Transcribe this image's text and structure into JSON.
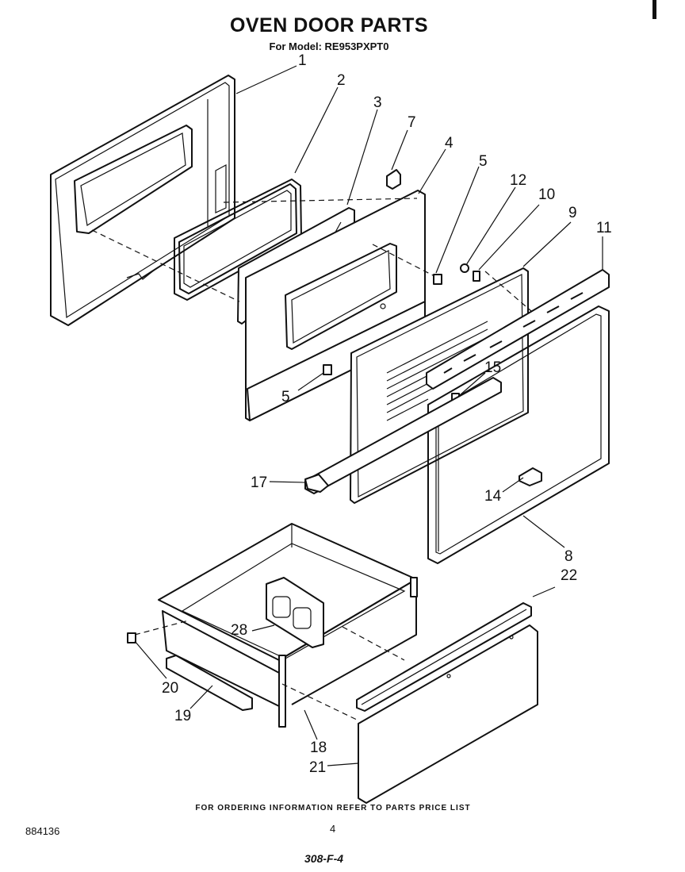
{
  "header": {
    "title": "OVEN DOOR PARTS",
    "subtitle": "For Model: RE953PXPT0"
  },
  "callouts": [
    {
      "id": "c1",
      "text": "1"
    },
    {
      "id": "c2",
      "text": "2"
    },
    {
      "id": "c3",
      "text": "3"
    },
    {
      "id": "c7",
      "text": "7"
    },
    {
      "id": "c4",
      "text": "4"
    },
    {
      "id": "c5a",
      "text": "5"
    },
    {
      "id": "c12",
      "text": "12"
    },
    {
      "id": "c10",
      "text": "10"
    },
    {
      "id": "c9",
      "text": "9"
    },
    {
      "id": "c11",
      "text": "11"
    },
    {
      "id": "c5b",
      "text": "5"
    },
    {
      "id": "c15",
      "text": "15"
    },
    {
      "id": "c17",
      "text": "17"
    },
    {
      "id": "c14",
      "text": "14"
    },
    {
      "id": "c8",
      "text": "8"
    },
    {
      "id": "c22",
      "text": "22"
    },
    {
      "id": "c28",
      "text": "28"
    },
    {
      "id": "c20",
      "text": "20"
    },
    {
      "id": "c19",
      "text": "19"
    },
    {
      "id": "c18",
      "text": "18"
    },
    {
      "id": "c21",
      "text": "21"
    }
  ],
  "footer": {
    "ordering_note": "FOR ORDERING INFORMATION REFER TO PARTS PRICE LIST",
    "document_number": "884136",
    "page_number": "4",
    "handwritten_ref": "308-F-4"
  }
}
